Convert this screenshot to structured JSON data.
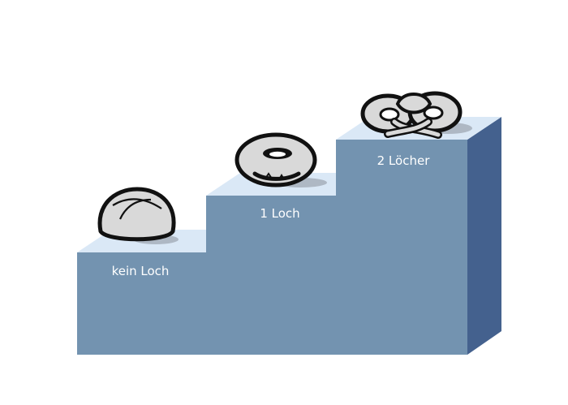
{
  "steps": [
    {
      "label": "kein Loch",
      "holes": 0,
      "object": "bread-roll"
    },
    {
      "label": "1 Loch",
      "holes": 1,
      "object": "donut"
    },
    {
      "label": "2 Löcher",
      "holes": 2,
      "object": "pretzel"
    }
  ],
  "colors": {
    "front_face": "#7393b0",
    "top_face": "#dae8f6",
    "side_face": "#44618e",
    "object_fill": "#d9d9d9",
    "object_outline": "#111111",
    "shadow": "#aeb8c4",
    "label_text": "#ffffff"
  }
}
